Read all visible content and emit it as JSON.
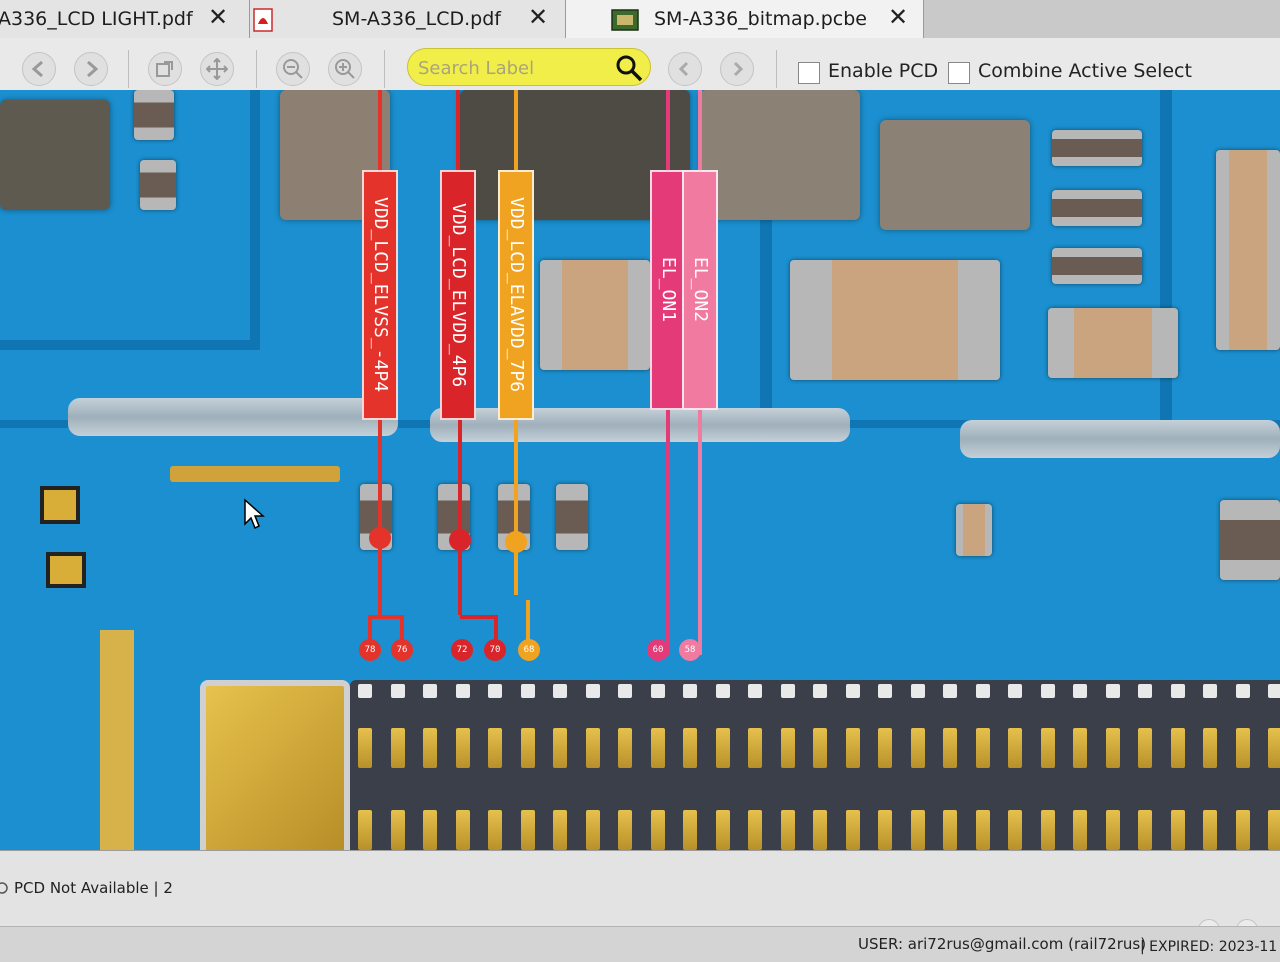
{
  "tabs": [
    {
      "label": "A336_LCD LIGHT.pdf",
      "close": "✕"
    },
    {
      "label": "SM-A336_LCD.pdf",
      "close": "✕"
    },
    {
      "label": "SM-A336_bitmap.pcbe",
      "close": "✕"
    }
  ],
  "toolbar": {
    "search_placeholder": "Search Label",
    "enable_pcd_label": "Enable PCD",
    "combine_label": "Combine Active Select"
  },
  "nets": [
    {
      "label": "VDD_LCD_ELVSS_-4P4",
      "color": "#e4332b"
    },
    {
      "label": "VDD_LCD_ELVDD_4P6",
      "color": "#d9252a"
    },
    {
      "label": "VDD_LCD_ELAVDD_7P6",
      "color": "#f0a321"
    },
    {
      "label": "EL_ON1",
      "color": "#e53a78"
    },
    {
      "label": "EL_ON2",
      "color": "#f07aa0"
    }
  ],
  "pins": [
    "78",
    "76",
    "72",
    "70",
    "68",
    "60",
    "58"
  ],
  "status": {
    "pcd": "PCD Not Available | 2",
    "user": "USER: ari72rus@gmail.com (rail72rus)",
    "expired": "| EXPIRED: 2023-11"
  }
}
